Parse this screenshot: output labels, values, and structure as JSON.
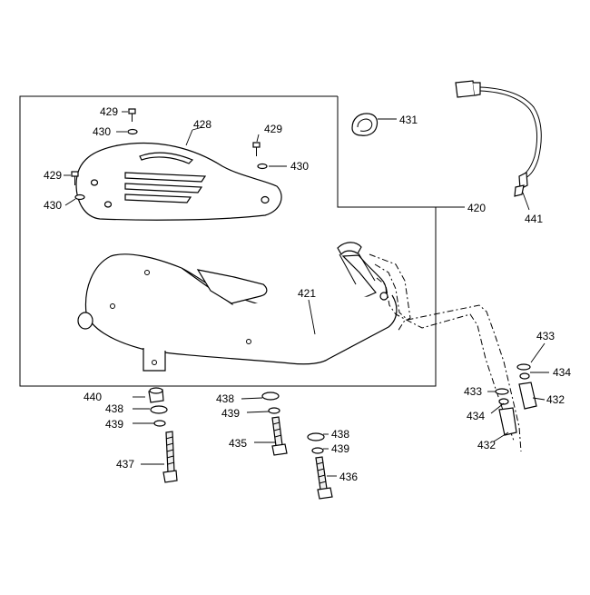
{
  "callouts": {
    "c420": "420",
    "c421": "421",
    "c428": "428",
    "c429a": "429",
    "c429b": "429",
    "c429c": "429",
    "c430a": "430",
    "c430b": "430",
    "c430c": "430",
    "c431": "431",
    "c441": "441",
    "c433a": "433",
    "c433b": "433",
    "c434a": "434",
    "c434b": "434",
    "c432a": "432",
    "c432b": "432",
    "c440": "440",
    "c438a": "438",
    "c438b": "438",
    "c438c": "438",
    "c439a": "439",
    "c439b": "439",
    "c439c": "439",
    "c437": "437",
    "c435": "435",
    "c436": "436"
  }
}
